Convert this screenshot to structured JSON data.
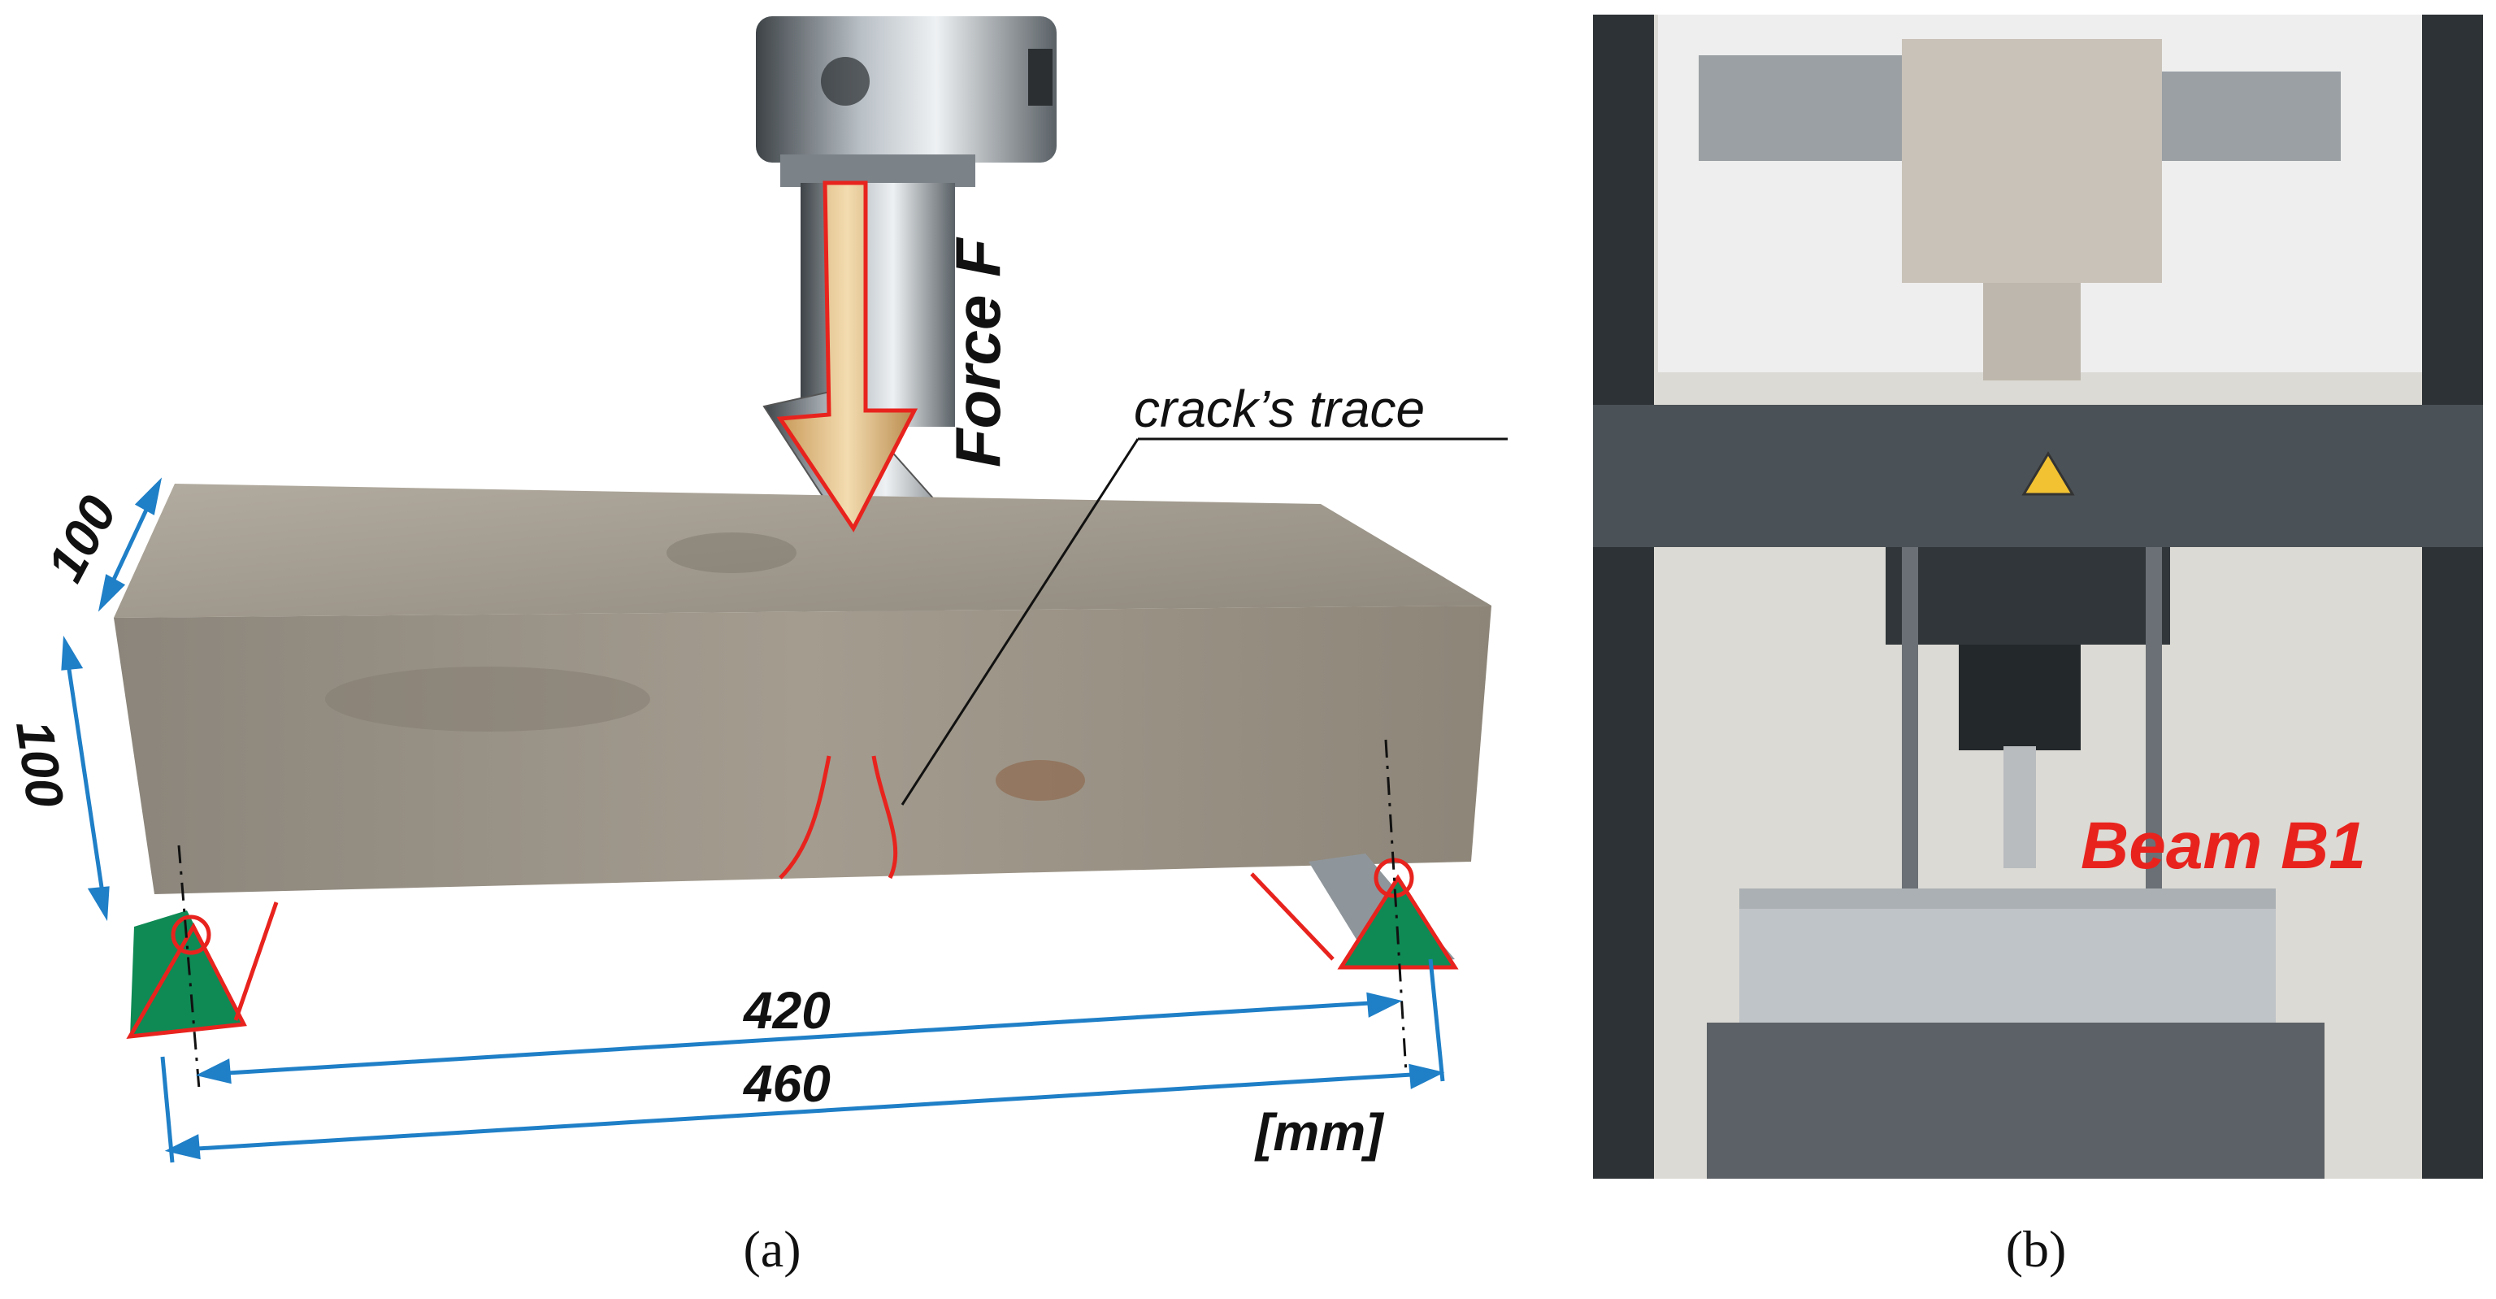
{
  "panel_a": {
    "force_label": "Force F",
    "crack_label": "crack’s trace",
    "dim_width": "100",
    "dim_height": "100",
    "dim_span": "420",
    "dim_length": "460",
    "unit": "[mm]",
    "caption": "(a)"
  },
  "panel_b": {
    "beam_label": "Beam B1",
    "caption": "(b)"
  },
  "colors": {
    "dimension_blue": "#1f7fc7",
    "annotation_red": "#e8231e",
    "support_green": "#0f8a55",
    "concrete": "#9a9286",
    "machine_grey": "#4b5257"
  }
}
